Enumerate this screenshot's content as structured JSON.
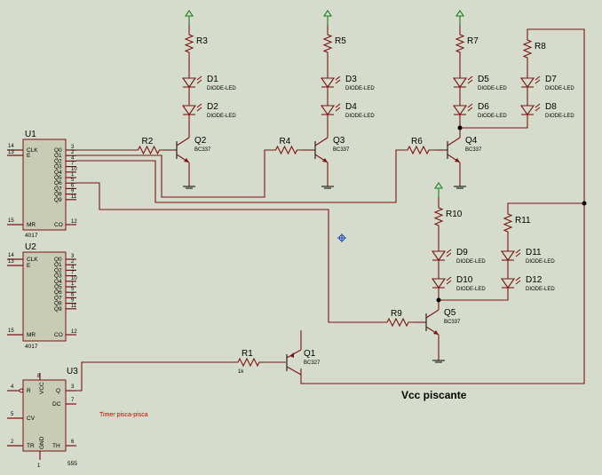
{
  "chips": {
    "u1": {
      "ref": "U1",
      "part": "4017",
      "left": [
        "CLK",
        "E",
        "MR"
      ],
      "right": [
        "Q0",
        "Q1",
        "Q2",
        "Q3",
        "Q4",
        "Q5",
        "Q6",
        "Q7",
        "Q8",
        "Q9",
        "CO"
      ],
      "lpins": [
        "14",
        "13",
        "15"
      ],
      "rpins": [
        "3",
        "2",
        "4",
        "7",
        "10",
        "1",
        "5",
        "6",
        "9",
        "11",
        "12"
      ]
    },
    "u2": {
      "ref": "U2",
      "part": "4017",
      "left": [
        "CLK",
        "E",
        "MR"
      ],
      "right": [
        "Q0",
        "Q1",
        "Q2",
        "Q3",
        "Q4",
        "Q5",
        "Q6",
        "Q7",
        "Q8",
        "Q9",
        "CO"
      ],
      "lpins": [
        "14",
        "13",
        "15"
      ],
      "rpins": [
        "3",
        "2",
        "4",
        "7",
        "10",
        "1",
        "5",
        "6",
        "9",
        "11",
        "12"
      ]
    },
    "u3": {
      "ref": "U3",
      "part": "555",
      "note": "Timer pisca-pisca",
      "left": [
        "R",
        "CV",
        "TR"
      ],
      "right": [
        "Q",
        "DC",
        "TH"
      ],
      "lpins": [
        "4",
        "5",
        "2"
      ],
      "rpins": [
        "3",
        "7",
        "6"
      ],
      "top_pin": "8",
      "top_label": "VCC",
      "bot_pin": "1",
      "bot_label": "GND"
    }
  },
  "resistors": {
    "r1": "R1",
    "r1_val": "1k",
    "r2": "R2",
    "r3": "R3",
    "r4": "R4",
    "r5": "R5",
    "r6": "R6",
    "r7": "R7",
    "r8": "R8",
    "r9": "R9",
    "r10": "R10",
    "r11": "R11"
  },
  "diodes": {
    "d1": "D1",
    "d2": "D2",
    "d3": "D3",
    "d4": "D4",
    "d5": "D5",
    "d6": "D6",
    "d7": "D7",
    "d8": "D8",
    "d9": "D9",
    "d10": "D10",
    "d11": "D11",
    "d12": "D12",
    "type": "DIODE-LED"
  },
  "transistors": {
    "q1": "Q1",
    "q1_part": "BC327",
    "q2": "Q2",
    "q3": "Q3",
    "q4": "Q4",
    "q5": "Q5",
    "npn_part": "BC337"
  },
  "labels": {
    "vcc": "Vcc piscante"
  }
}
